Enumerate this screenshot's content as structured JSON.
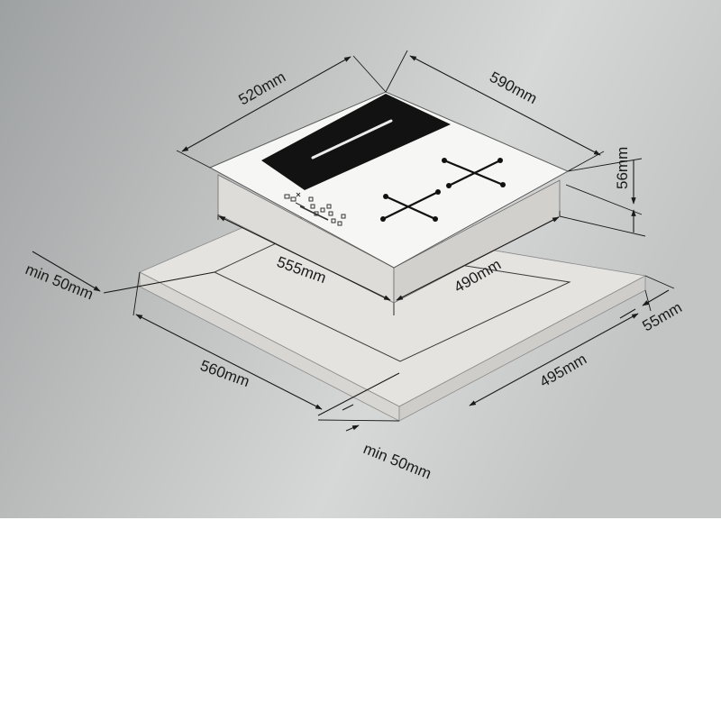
{
  "colors": {
    "background_gradient": [
      "#9ea1a2",
      "#bcbdbd",
      "#d6d7d7",
      "#c3c4c4"
    ],
    "cooktop_top": "#f6f6f4",
    "cooktop_side": "#dedcd8",
    "glass_zone": "#121212",
    "countertop": "#e4e3e0",
    "countertop_edge": "#cfcdc9",
    "line": "#1a1a1a"
  },
  "dimensions": {
    "hob_width": "520mm",
    "hob_depth": "590mm",
    "hob_height": "56mm",
    "cutout_width": "555mm",
    "cutout_depth": "490mm",
    "counter_offset_left": "min 50mm",
    "counter_width": "560mm",
    "counter_depth": "495mm",
    "counter_thickness": "55mm",
    "counter_offset_front": "min 50mm"
  },
  "icons": {
    "cooking_zone": "cross-zone-icon",
    "flex_zone": "bridge-zone-icon",
    "controls": "touch-control-icons"
  }
}
